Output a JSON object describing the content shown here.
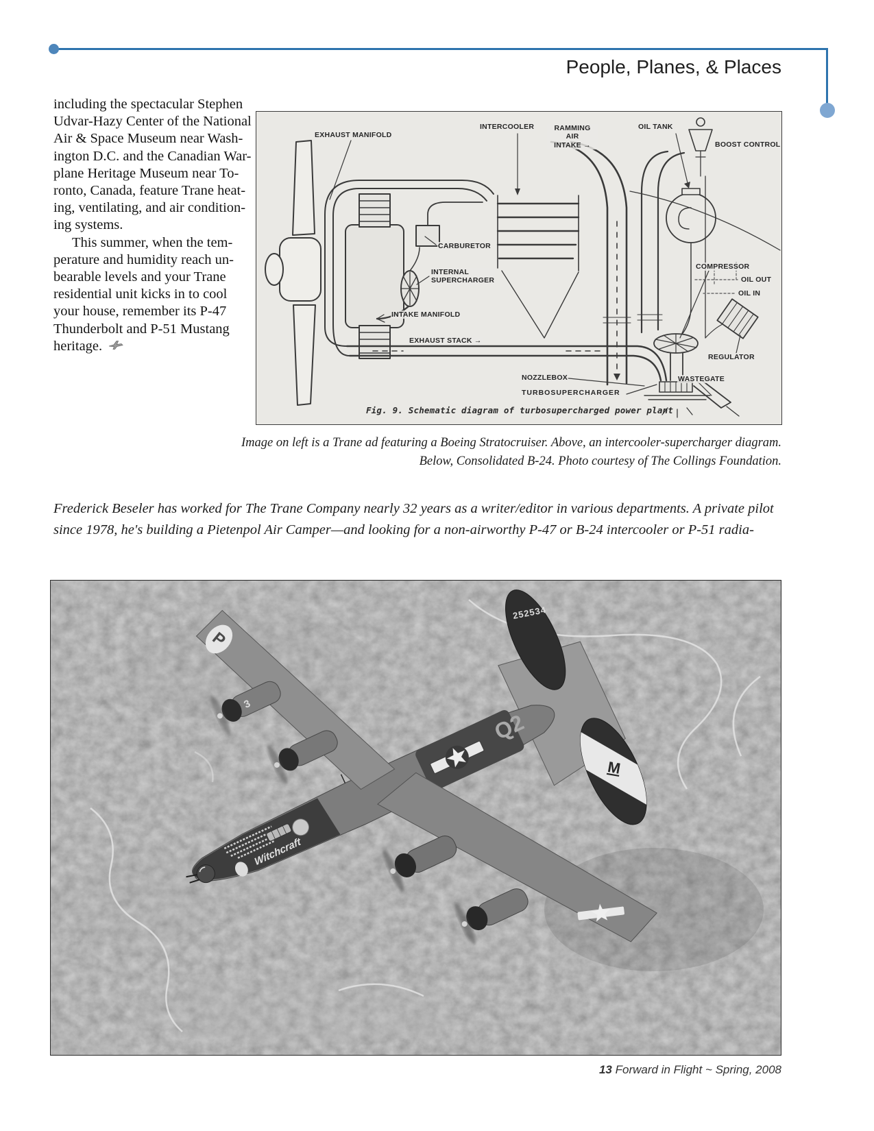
{
  "header": {
    "title": "People, Planes, & Places"
  },
  "article": {
    "lines": [
      "including the spectacular Stephen",
      "Udvar-Hazy Center of the National",
      "Air & Space Museum near Wash-",
      "ington D.C. and the Canadian War-",
      "plane Heritage Museum near To-",
      "ronto, Canada, feature Trane heat-",
      "ing, ventilating, and air condition-",
      "ing systems.",
      "This summer, when the tem-",
      "perature and humidity reach un-",
      "bearable levels and your Trane",
      "residential unit kicks in to cool",
      "your house, remember its P-47",
      "Thunderbolt and P-51 Mustang",
      "heritage."
    ]
  },
  "diagram": {
    "labels": {
      "exhaust_manifold": "EXHAUST MANIFOLD",
      "intercooler": "INTERCOOLER",
      "ramming_air_intake": "RAMMING\nAIR\nINTAKE →",
      "oil_tank": "OIL TANK",
      "boost_control": "BOOST CONTROL",
      "carburetor": "CARBURETOR",
      "internal_supercharger": "INTERNAL\nSUPERCHARGER",
      "intake_manifold": "INTAKE MANIFOLD",
      "compressor": "COMPRESSOR",
      "oil_out": "OIL OUT",
      "oil_in": "OIL IN",
      "exhaust_stack": "EXHAUST STACK →",
      "nozzlebox": "NOZZLEBOX",
      "wastegate": "WASTEGATE",
      "regulator": "REGULATOR",
      "turbosupercharger": "TURBOSUPERCHARGER"
    },
    "fig_caption": "Fig. 9. Schematic diagram of turbosupercharged power plant"
  },
  "captions": {
    "photo_caption_line1": "Image on left is a Trane ad featuring a Boeing Stratocruiser. Above, an intercooler-supercharger diagram.",
    "photo_caption_line2": "Below, Consolidated B-24. Photo courtesy of The Collings Foundation.",
    "author_note_line1": "Frederick Beseler has worked for The Trane Company nearly 32 years as a writer/editor in various departments. A private pilot",
    "author_note_line2": "since 1978, he's building a Pietenpol Air Camper—and looking for a non-airworthy P-47 or B-24 intercooler or P-51 radia-"
  },
  "photo": {
    "tail_number": "252534",
    "fuselage_code": "Q2",
    "wing_marking": "P",
    "fin_marking": "M",
    "engine_number": "3",
    "nose_art": "Witchcraft"
  },
  "footer": {
    "page_number": "13",
    "title": "Forward in Flight ~ Spring, 2008"
  },
  "colors": {
    "accent_line": "#2e74ae",
    "accent_dot": "#7fa7d2"
  }
}
